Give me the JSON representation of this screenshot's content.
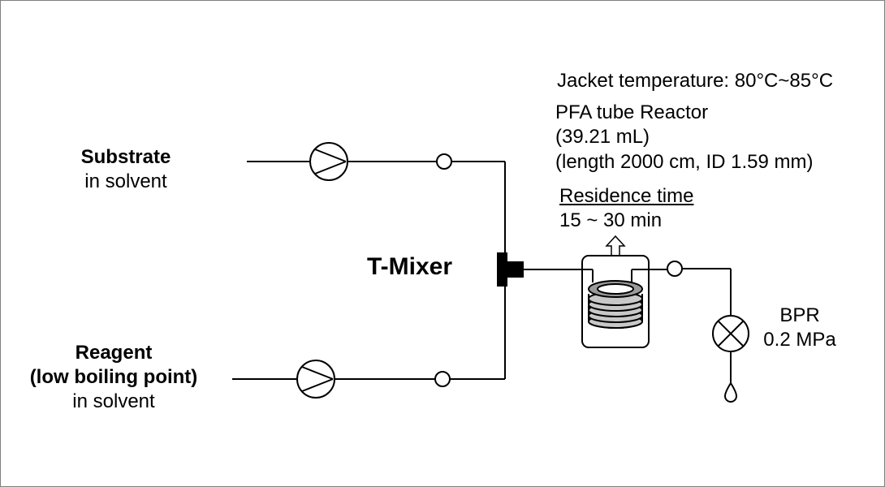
{
  "substrate": {
    "title": "Substrate",
    "sub": "in solvent"
  },
  "reagent": {
    "title": "Reagent",
    "note": "(low boiling point)",
    "sub": "in solvent"
  },
  "mixer": {
    "label": "T-Mixer"
  },
  "reactor": {
    "jacket": "Jacket temperature: 80°C~85°C",
    "name": "PFA tube Reactor",
    "volume": "(39.21 mL)",
    "dims": "(length 2000 cm, ID 1.59 mm)",
    "residence_label": "Residence time",
    "residence_value": "15 ~ 30 min"
  },
  "bpr": {
    "label": "BPR",
    "pressure": "0.2 MPa"
  }
}
